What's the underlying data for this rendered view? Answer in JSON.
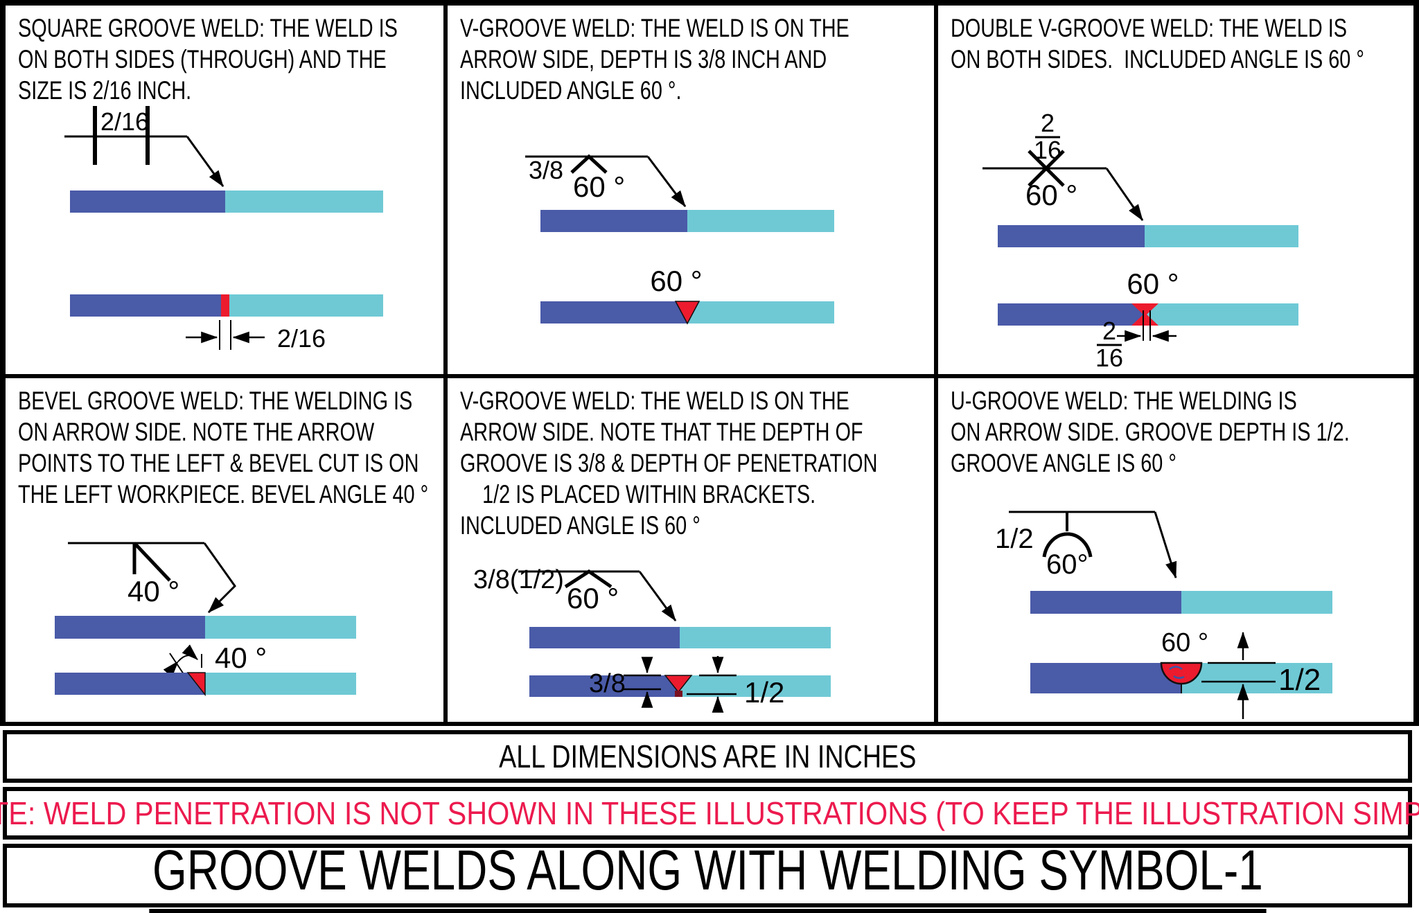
{
  "colors": {
    "workpiece_left_blue": "#4A5BA8",
    "workpiece_right_cyan": "#6FC9D5",
    "weld_red": "#EC1B2E",
    "note_red": "#EC1A4E",
    "line_black": "#000000"
  },
  "panels": [
    {
      "id": "square-groove",
      "desc": [
        "SQUARE GROOVE WELD: THE WELD IS",
        "ON BOTH SIDES (THROUGH) AND THE",
        "SIZE IS 2/16 INCH."
      ],
      "labels": {
        "symbol_size": "2/16",
        "dim": "2/16"
      }
    },
    {
      "id": "v-groove",
      "desc": [
        "V-GROOVE WELD: THE WELD IS ON THE",
        "ARROW SIDE, DEPTH IS 3/8 INCH AND",
        "INCLUDED ANGLE 60 °."
      ],
      "labels": {
        "depth": "3/8",
        "symbol_angle": "60 °",
        "section_angle": "60 °"
      }
    },
    {
      "id": "double-v-groove",
      "desc": [
        "DOUBLE V-GROOVE WELD: THE WELD IS",
        "ON BOTH SIDES.  INCLUDED ANGLE IS 60 °"
      ],
      "labels": {
        "frac_num": "2",
        "frac_den": "16",
        "symbol_angle": "60 °",
        "section_angle": "60 °",
        "dim_num": "2",
        "dim_den": "16"
      }
    },
    {
      "id": "bevel-groove",
      "desc": [
        "BEVEL GROOVE WELD: THE WELDING IS",
        "ON ARROW SIDE. NOTE THE ARROW",
        "POINTS TO THE LEFT & BEVEL CUT IS ON",
        "THE LEFT WORKPIECE. BEVEL ANGLE 40 °"
      ],
      "labels": {
        "symbol_angle": "40 °",
        "section_angle": "40 °"
      }
    },
    {
      "id": "v-groove-depth",
      "desc": [
        "V-GROOVE WELD: THE WELD IS ON THE",
        "ARROW SIDE. NOTE THAT THE DEPTH OF",
        "GROOVE IS 3/8 & DEPTH OF PENETRATION",
        "    1/2 IS PLACED WITHIN BRACKETS.",
        "INCLUDED ANGLE IS 60 °"
      ],
      "labels": {
        "depth": "3/8(1/2)",
        "symbol_angle": "60 °",
        "dim_left": "3/8",
        "dim_right": "1/2"
      }
    },
    {
      "id": "u-groove",
      "desc": [
        "U-GROOVE WELD: THE WELDING IS",
        "ON ARROW SIDE. GROOVE DEPTH IS 1/2.",
        "GROOVE ANGLE IS 60 °"
      ],
      "labels": {
        "depth": "1/2",
        "symbol_angle": "60°",
        "section_angle": "60 °",
        "dim": "1/2"
      }
    }
  ],
  "footer": {
    "dimensions_note": "ALL DIMENSIONS ARE IN INCHES",
    "penetration_note": "NOTE: WELD PENETRATION IS NOT SHOWN IN THESE ILLUSTRATIONS (TO KEEP THE ILLUSTRATION SIMPLE)",
    "title": "GROOVE WELDS ALONG WITH WELDING SYMBOL-1"
  }
}
